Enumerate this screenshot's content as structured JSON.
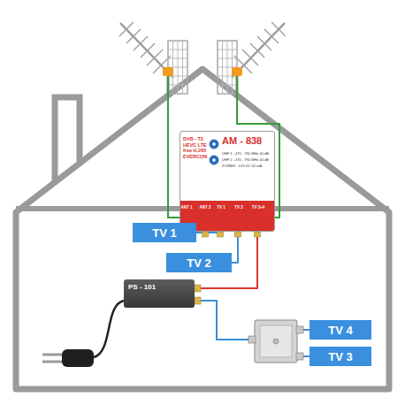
{
  "diagram": {
    "nodes": [
      {
        "text": [
          "DVB - T2 HEVC LTE free H.265 EVERCON",
          "AM - 838",
          "UHF 1 - 470 - 790 MHz 40 dB",
          "UHF 2 - 470 - 790 MHz 40 dB",
          "POWER : 12V DC 50 mA"
        ]
      },
      {
        "text": [
          "TV 1"
        ]
      },
      {
        "text": [
          "TV 2"
        ]
      },
      {
        "text": [
          "PS - 101"
        ]
      },
      {
        "text": [
          "TV 4"
        ]
      },
      {
        "text": [
          "TV 3"
        ]
      }
    ],
    "edges": [
      {
        "from": 0,
        "to": 1,
        "arrow": "none"
      },
      {
        "from": 0,
        "to": 2,
        "arrow": "none"
      },
      {
        "from": 0,
        "to": 3,
        "arrow": "none"
      },
      {
        "from": 3,
        "to": 4,
        "arrow": "none"
      },
      {
        "from": 3,
        "to": 5,
        "arrow": "none"
      }
    ],
    "labels": [
      "ANT 1",
      "ANT 2",
      "TV 1",
      "TV 2",
      "TV 3+4"
    ]
  }
}
